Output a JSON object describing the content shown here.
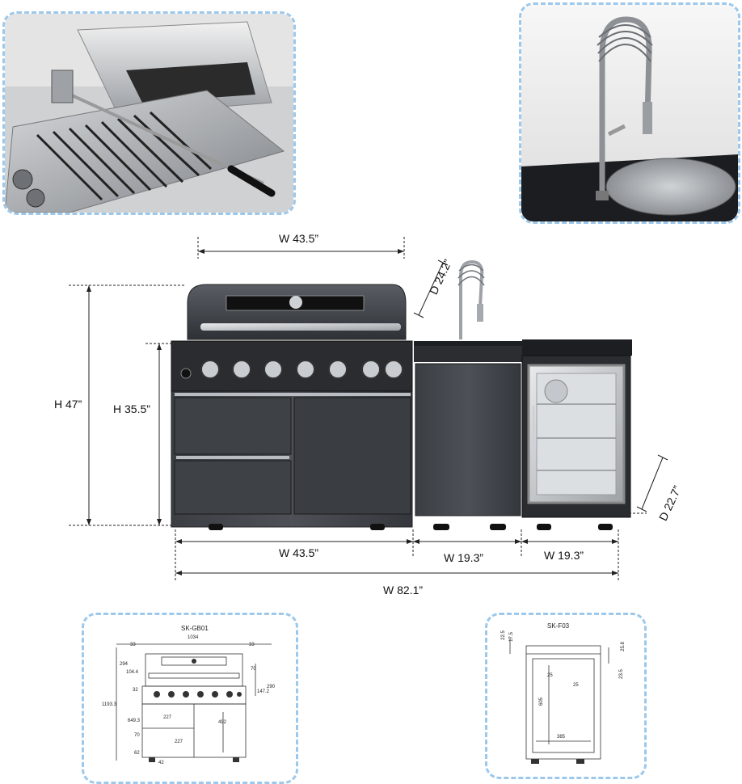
{
  "dimensions": {
    "top_width": "W 43.5”",
    "sink_depth": "D 24.2”",
    "total_height": "H 47”",
    "counter_height": "H 35.5”",
    "fridge_depth": "D 22.7”",
    "grill_width": "W 43.5”",
    "sink_width": "W 19.3”",
    "fridge_width": "W 19.3”",
    "total_width": "W 82.1”"
  },
  "drawing_grill": {
    "title": "SK-GB01",
    "labels": [
      "33",
      "1034",
      "33",
      "294",
      "104.4",
      "70",
      "32",
      "147.2",
      "290",
      "1193.3",
      "649.3",
      "227",
      "492",
      "70",
      "227",
      "62",
      "42"
    ]
  },
  "drawing_fridge": {
    "title": "SK-F03",
    "labels": [
      "22.5",
      "17.5",
      "25.8",
      "23.5",
      "25",
      "25",
      "605",
      "385"
    ]
  },
  "colors": {
    "frame_border": "#9cc8ec",
    "steel_dark": "#3a3d42",
    "steel_light": "#b9bdc2"
  }
}
